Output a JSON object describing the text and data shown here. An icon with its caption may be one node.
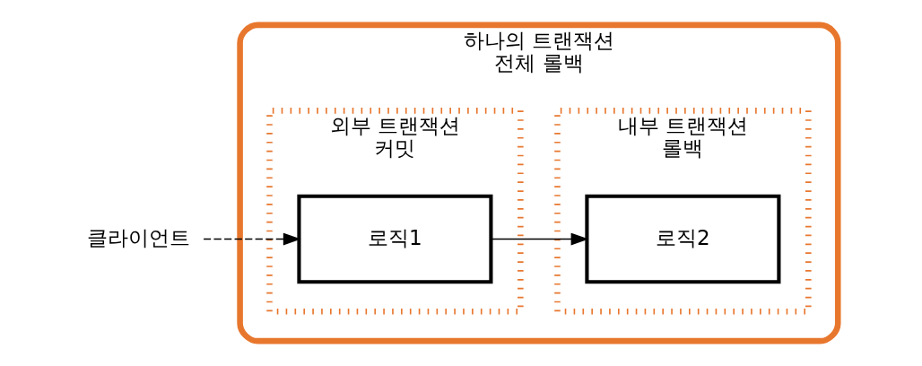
{
  "diagram": {
    "nodes": [
      {
        "text": [
          "하나의 트랜잭션",
          "전체 롤백"
        ]
      },
      {
        "text": [
          "외부 트랜잭션",
          "커밋"
        ],
        "in": 0
      },
      {
        "text": [
          "로직1"
        ],
        "in": 1
      },
      {
        "text": [
          "내부 트랜잭션",
          "롤백"
        ],
        "in": 0
      },
      {
        "text": [
          "로직2"
        ],
        "in": 3
      },
      {
        "text": [
          "클라이언트"
        ]
      }
    ],
    "edges": [
      {
        "from": 5,
        "to": 2,
        "arrow": "to",
        "style": "dashed"
      },
      {
        "from": 2,
        "to": 4,
        "arrow": "to"
      }
    ]
  }
}
